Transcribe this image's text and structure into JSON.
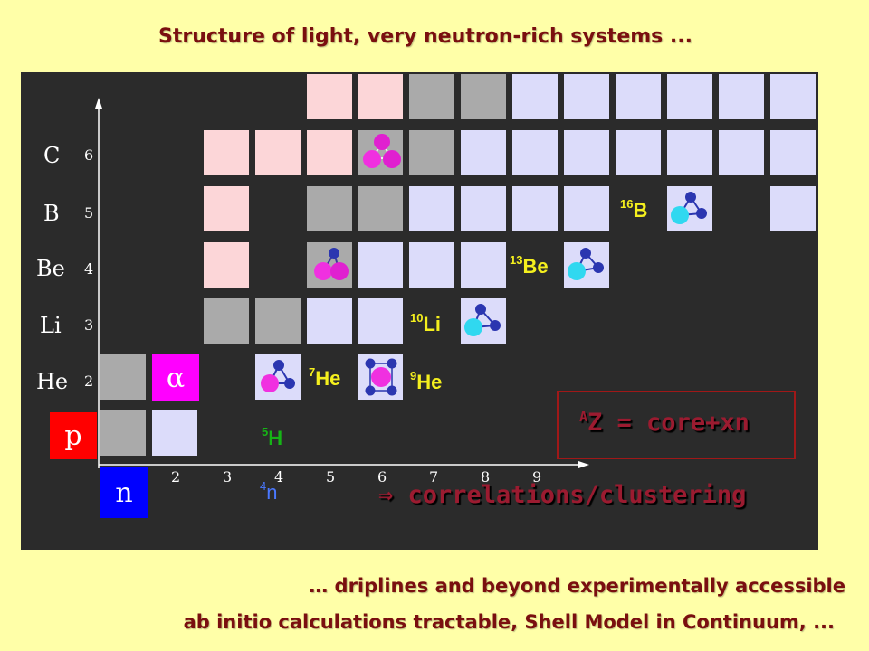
{
  "title": "Structure of light, very neutron-rich systems ...",
  "axes": {
    "z_labels": [
      "2",
      "3",
      "4",
      "5",
      "6"
    ],
    "n_labels": [
      "2",
      "3",
      "4",
      "5",
      "6",
      "7",
      "8",
      "9"
    ],
    "elements": [
      "C",
      "B",
      "Be",
      "Li",
      "He"
    ]
  },
  "boxes": {
    "p": "p",
    "n": "n",
    "alpha": "α"
  },
  "nuclides": {
    "h5": {
      "mass": "5",
      "sym": "H",
      "color": "#16b416"
    },
    "n4": {
      "mass": "4",
      "sym": "n",
      "color": "#4a78ff"
    },
    "he7": {
      "mass": "7",
      "sym": "He",
      "color": "#f4ef1e"
    },
    "he9": {
      "mass": "9",
      "sym": "He",
      "color": "#f4ef1e"
    },
    "li10": {
      "mass": "10",
      "sym": "Li",
      "color": "#f4ef1e"
    },
    "be13": {
      "mass": "13",
      "sym": "Be",
      "color": "#f4ef1e"
    },
    "b16": {
      "mass": "16",
      "sym": "B",
      "color": "#f4ef1e"
    }
  },
  "formula": {
    "sup": "A",
    "text": "Z = core+xn"
  },
  "correlations": "⇒ correlations/clustering",
  "footer": {
    "line1": "… driplines and beyond experimentally accessible",
    "line2": "ab initio calculations tractable, Shell Model in Continuum, ..."
  },
  "colors": {
    "background": "#ffffa8",
    "panel": "#2b2b2b",
    "pink": "#fcd6d8",
    "grey": "#aaaaaa",
    "blue": "#dcdcfa",
    "proton": "#ff0000",
    "neutron": "#0000ff",
    "alpha": "#ff00ff",
    "accent": "#9b1b30"
  },
  "icons": [
    "cluster-2alpha-icon",
    "cluster-3alpha-icon",
    "cluster-core-2n-icon",
    "cluster-core-4n-icon",
    "axis-arrow-icon"
  ]
}
